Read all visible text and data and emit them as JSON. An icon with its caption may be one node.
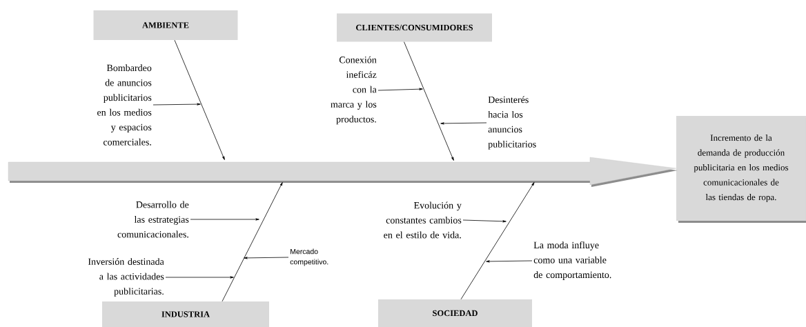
{
  "diagram": {
    "nodes": [
      {
        "text": [
          "AMBIENTE"
        ]
      },
      {
        "text": [
          "CLIENTES/CONSUMIDORES"
        ]
      },
      {
        "text": [
          "Bombardeo de anuncios publicitarios en los medios y espacios comerciales."
        ]
      },
      {
        "text": [
          "Conexión ineficáz con la marca y los productos."
        ]
      },
      {
        "text": [
          "Desinterés hacia los anuncios publicitarios"
        ]
      },
      {
        "text": [
          "Incremento de la demanda de producción publicitaria en los medios comunicacionales de las tiendas de ropa."
        ]
      },
      {
        "text": [
          "Desarrollo de las estrategias comunicacionales."
        ]
      },
      {
        "text": [
          "Evolución y constantes cambios en el estilo de vida."
        ]
      },
      {
        "text": [
          "Mercado competitivo."
        ]
      },
      {
        "text": [
          "Inversión destinada a las actividades publicitarias."
        ]
      },
      {
        "text": [
          "La moda influye como una variable de comportamiento."
        ]
      },
      {
        "text": [
          "INDUSTRIA"
        ]
      },
      {
        "text": [
          "SOCIEDAD"
        ]
      }
    ],
    "edges": [
      {
        "from": 0,
        "to": null,
        "arrow": "to"
      },
      {
        "from": 1,
        "to": null,
        "arrow": "to"
      },
      {
        "from": 11,
        "to": null,
        "arrow": "to"
      },
      {
        "from": 12,
        "to": null,
        "arrow": "to"
      },
      {
        "from": 2,
        "to": null,
        "arrow": "to"
      },
      {
        "from": 3,
        "to": null,
        "arrow": "to"
      },
      {
        "from": 4,
        "to": null,
        "arrow": "to"
      },
      {
        "from": 6,
        "to": null,
        "arrow": "to"
      },
      {
        "from": 8,
        "to": null,
        "arrow": "to"
      },
      {
        "from": 9,
        "to": null,
        "arrow": "to"
      },
      {
        "from": 7,
        "to": null,
        "arrow": "to"
      },
      {
        "from": 10,
        "to": null,
        "arrow": "to"
      },
      {
        "from": null,
        "to": 5,
        "arrow": "to"
      }
    ]
  }
}
